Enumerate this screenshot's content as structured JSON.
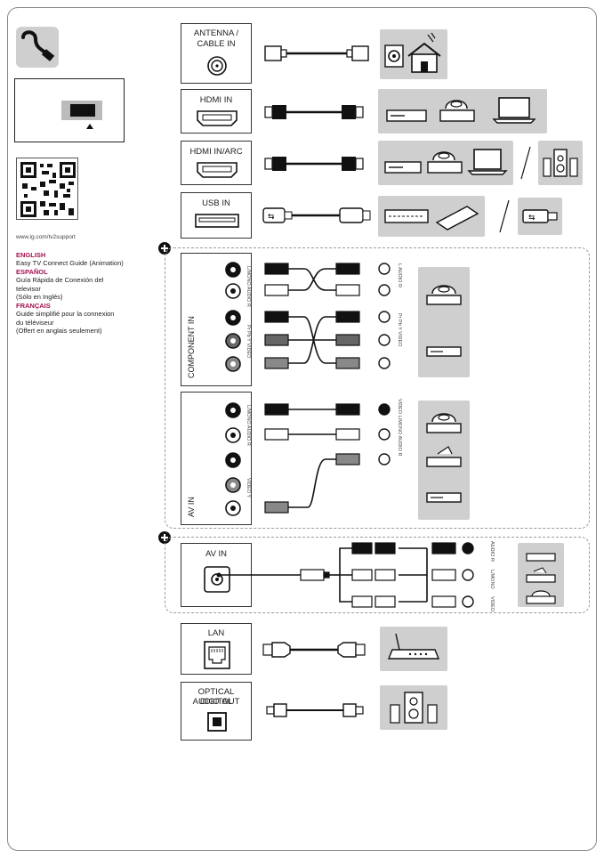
{
  "side": {
    "url": "www.lg.com/tv2support",
    "english_heading": "ENGLISH",
    "english_text": "Easy TV Connect Guide (Animation)",
    "espanol_heading": "ESPAÑOL",
    "espanol_text_1": "Guía Rápida de Conexión del",
    "espanol_text_2": "televisor",
    "espanol_text_3": "(Sólo en Inglés)",
    "francais_heading": "FRANÇAIS",
    "francais_text_1": "Guide simplifié pour la connexion",
    "francais_text_2": "du téléviseur",
    "francais_text_3": "(Offert en anglais seulement)"
  },
  "ports": {
    "antenna_1": "ANTENNA /",
    "antenna_2": "CABLE IN",
    "hdmi": "HDMI IN",
    "hdmi_arc": "HDMI IN/ARC",
    "usb": "USB IN",
    "component": "COMPONENT IN",
    "av": "AV IN",
    "av_mini": "AV IN",
    "lan": "LAN",
    "optical_1": "OPTICAL DIGITAL",
    "optical_2": "AUDIO OUT"
  },
  "jack_labels": {
    "component_audio": "L/MONO AUDIO R",
    "component_video": "Pr   Pb   Y  VIDEO",
    "component_dev_audio": "L   AUDIO   R",
    "component_dev_video": "Pr   Pb   Y   VIDEO",
    "av_audio": "L/MONO AUDIO R",
    "av_video": "VIDEO  Y",
    "av_dev": "VIDEO  L/MONO  AUDIO  R",
    "mini_r": "AUDIO R",
    "mini_l": "L/MONO",
    "mini_v": "VIDEO"
  },
  "colors": {
    "device_bg": "#cfcfcf",
    "accent": "#a4114e",
    "dashed": "#9a9a9a"
  }
}
